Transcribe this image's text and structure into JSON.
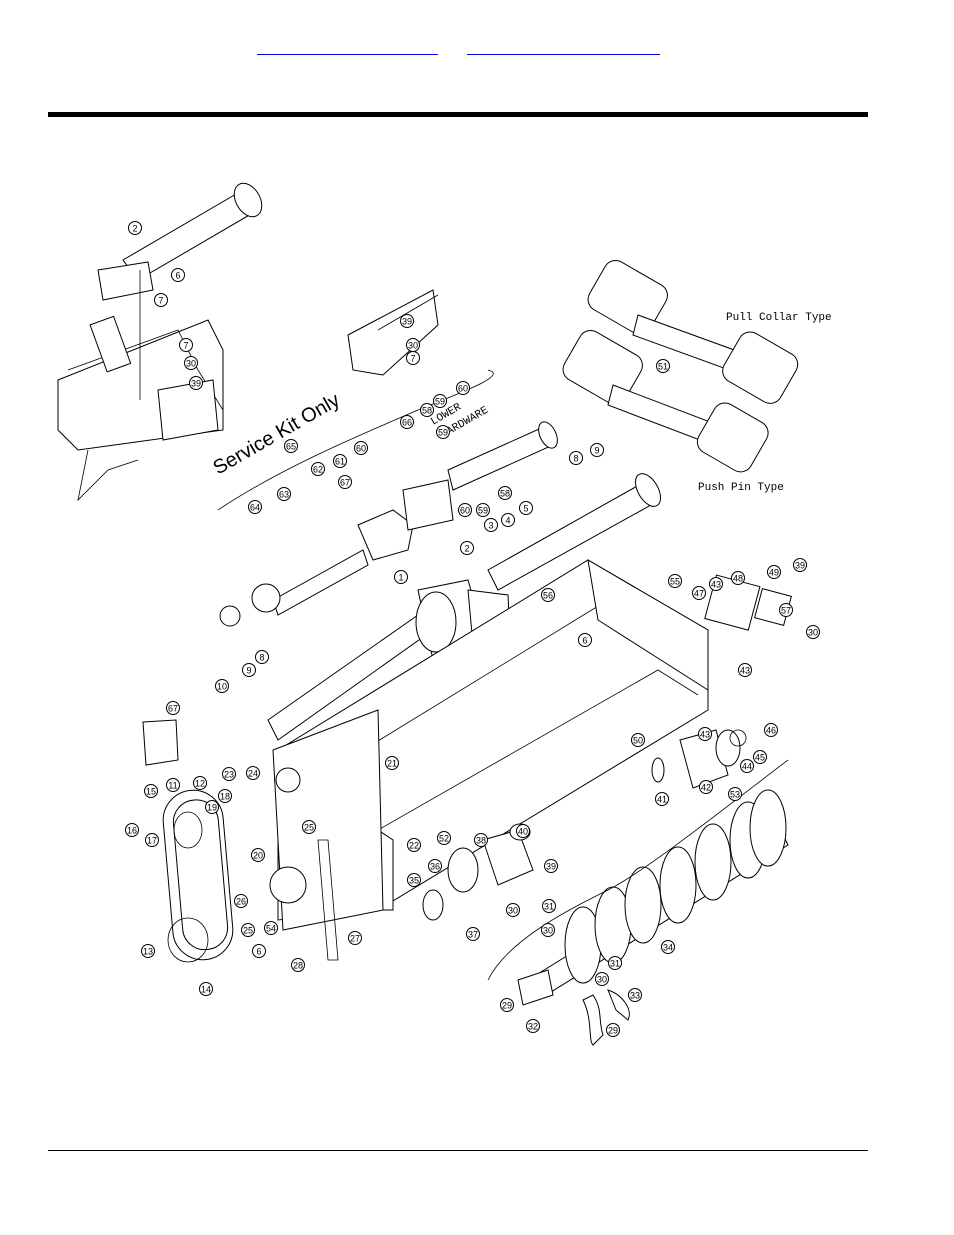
{
  "header": {
    "link1": "",
    "link2": ""
  },
  "diagram": {
    "service_kit_label": "Service Kit Only",
    "lower_hardware_label": "LOWER\nHARDWARE",
    "lower_label": "LOWER",
    "hardware_label": "HARDWARE",
    "pull_collar_label": "Pull Collar Type",
    "push_pin_label": "Push Pin Type",
    "callouts": [
      {
        "n": "2"
      },
      {
        "n": "6"
      },
      {
        "n": "7"
      },
      {
        "n": "7"
      },
      {
        "n": "30"
      },
      {
        "n": "39"
      },
      {
        "n": "39"
      },
      {
        "n": "30"
      },
      {
        "n": "7"
      },
      {
        "n": "60"
      },
      {
        "n": "59"
      },
      {
        "n": "58"
      },
      {
        "n": "66"
      },
      {
        "n": "59"
      },
      {
        "n": "60"
      },
      {
        "n": "65"
      },
      {
        "n": "61"
      },
      {
        "n": "62"
      },
      {
        "n": "67"
      },
      {
        "n": "64"
      },
      {
        "n": "63"
      },
      {
        "n": "58"
      },
      {
        "n": "59"
      },
      {
        "n": "60"
      },
      {
        "n": "5"
      },
      {
        "n": "4"
      },
      {
        "n": "3"
      },
      {
        "n": "2"
      },
      {
        "n": "8"
      },
      {
        "n": "9"
      },
      {
        "n": "51"
      },
      {
        "n": "1"
      },
      {
        "n": "56"
      },
      {
        "n": "55"
      },
      {
        "n": "43"
      },
      {
        "n": "48"
      },
      {
        "n": "49"
      },
      {
        "n": "39"
      },
      {
        "n": "47"
      },
      {
        "n": "57"
      },
      {
        "n": "30"
      },
      {
        "n": "43"
      },
      {
        "n": "6"
      },
      {
        "n": "8"
      },
      {
        "n": "9"
      },
      {
        "n": "10"
      },
      {
        "n": "67"
      },
      {
        "n": "21"
      },
      {
        "n": "46"
      },
      {
        "n": "43"
      },
      {
        "n": "50"
      },
      {
        "n": "44"
      },
      {
        "n": "45"
      },
      {
        "n": "42"
      },
      {
        "n": "41"
      },
      {
        "n": "53"
      },
      {
        "n": "23"
      },
      {
        "n": "24"
      },
      {
        "n": "15"
      },
      {
        "n": "11"
      },
      {
        "n": "12"
      },
      {
        "n": "18"
      },
      {
        "n": "19"
      },
      {
        "n": "25"
      },
      {
        "n": "16"
      },
      {
        "n": "17"
      },
      {
        "n": "20"
      },
      {
        "n": "22"
      },
      {
        "n": "52"
      },
      {
        "n": "38"
      },
      {
        "n": "40"
      },
      {
        "n": "36"
      },
      {
        "n": "39"
      },
      {
        "n": "35"
      },
      {
        "n": "30"
      },
      {
        "n": "37"
      },
      {
        "n": "26"
      },
      {
        "n": "25"
      },
      {
        "n": "54"
      },
      {
        "n": "6"
      },
      {
        "n": "13"
      },
      {
        "n": "27"
      },
      {
        "n": "28"
      },
      {
        "n": "14"
      },
      {
        "n": "31"
      },
      {
        "n": "30"
      },
      {
        "n": "34"
      },
      {
        "n": "31"
      },
      {
        "n": "30"
      },
      {
        "n": "33"
      },
      {
        "n": "29"
      },
      {
        "n": "32"
      },
      {
        "n": "29"
      }
    ]
  }
}
